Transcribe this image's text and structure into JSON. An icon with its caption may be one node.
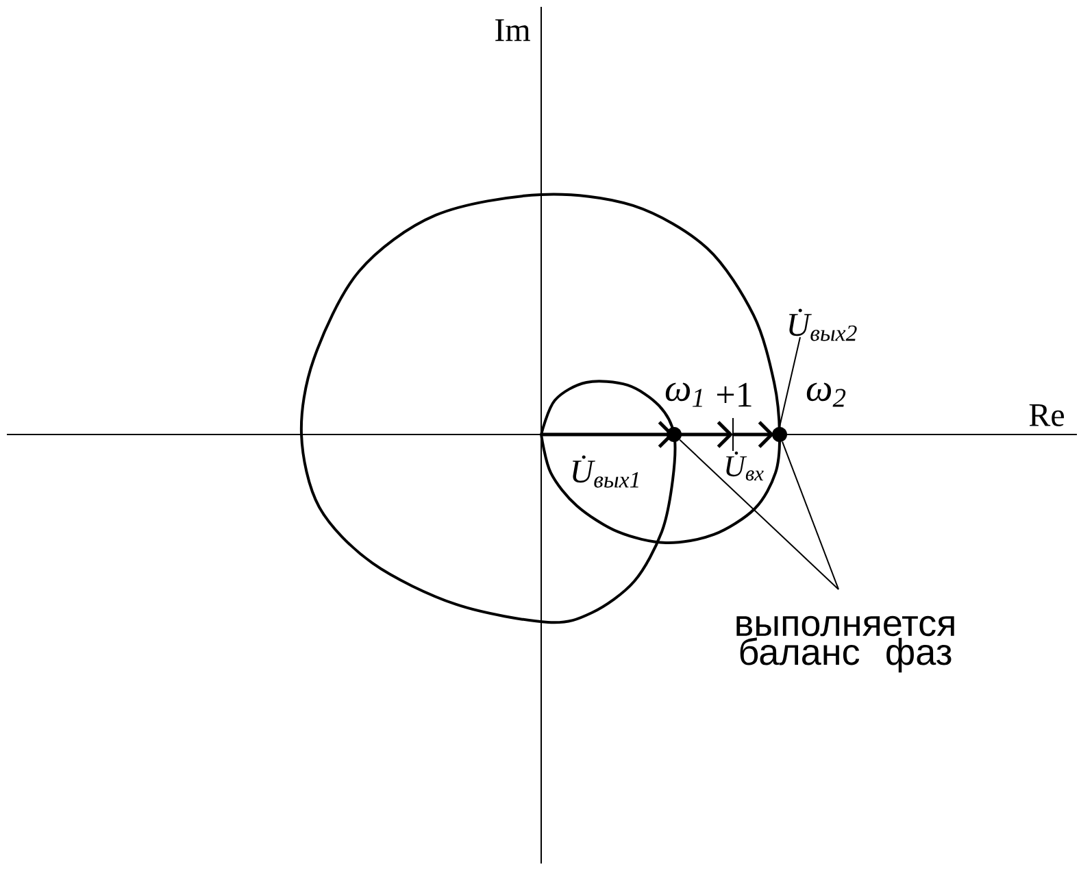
{
  "diagram": {
    "nodes": [
      {
        "text": [
          "выполняется баланс фаз"
        ]
      },
      {
        "text": [],
        "shape": "circle"
      },
      {
        "text": [],
        "shape": "circle"
      },
      {
        "text": [
          "U̇$_{вых2}$"
        ]
      }
    ],
    "edges": [
      {
        "from": 0,
        "to": 1,
        "arrow": "none"
      },
      {
        "from": 0,
        "to": 2,
        "arrow": "none"
      },
      {
        "from": 3,
        "to": 2,
        "arrow": "none"
      }
    ],
    "labels": [
      "Im",
      "Re",
      "ω$_{1}$",
      "+1",
      "ω$_{2}$",
      "U̇$_{вых1}$",
      "U̇$_{вх}$"
    ]
  }
}
